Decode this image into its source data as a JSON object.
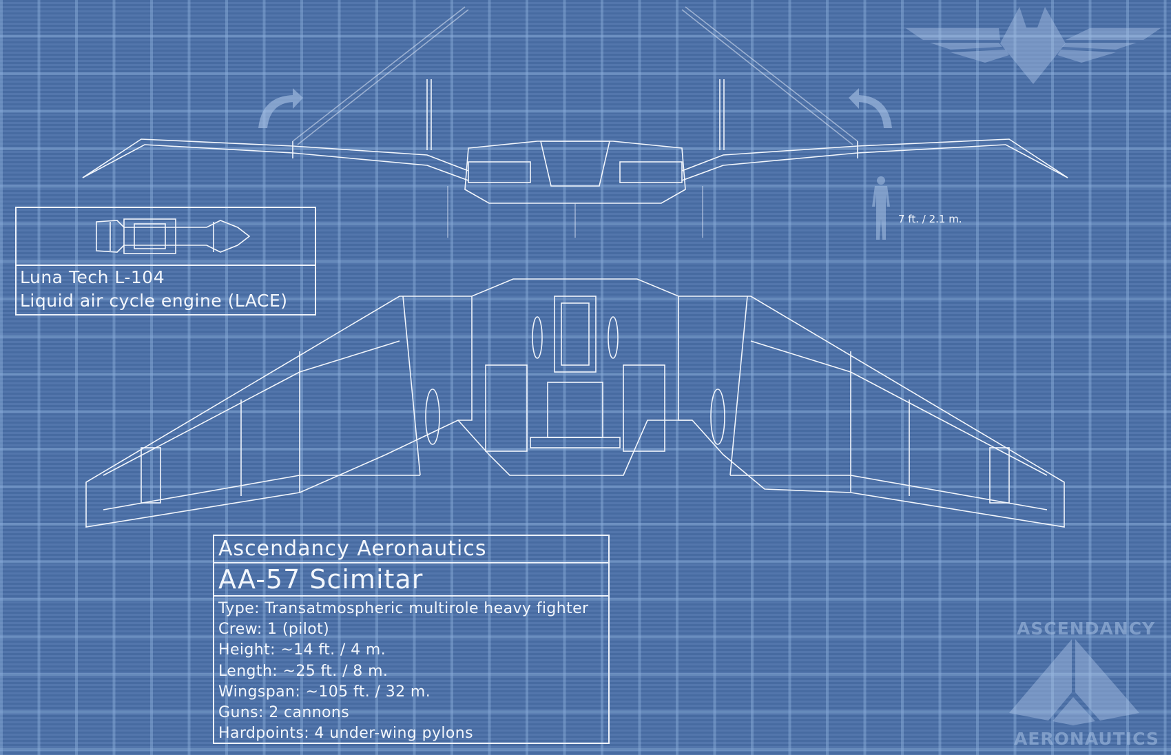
{
  "engine_box": {
    "line1": "Luna Tech L-104",
    "line2": "Liquid air cycle engine (LACE)"
  },
  "specs": {
    "company": "Ascendancy Aeronautics",
    "model": "AA-57 Scimitar",
    "lines": [
      "Type: Transatmospheric multirole heavy fighter",
      "Crew: 1 (pilot)",
      "Height: ~14 ft. / 4 m.",
      "Length: ~25 ft. / 8 m.",
      "Wingspan: ~105 ft. / 32 m.",
      "Guns: 2 cannons",
      "Hardpoints: 4 under-wing pylons"
    ]
  },
  "scale_figure": {
    "label": "7 ft. / 2.1 m."
  },
  "logo": {
    "top": "ASCENDANCY",
    "bottom": "AERONAUTICS"
  },
  "colors": {
    "background": "#4a6fa8",
    "lines": "#f2f6fc",
    "watermark": "#8aa6d0"
  }
}
